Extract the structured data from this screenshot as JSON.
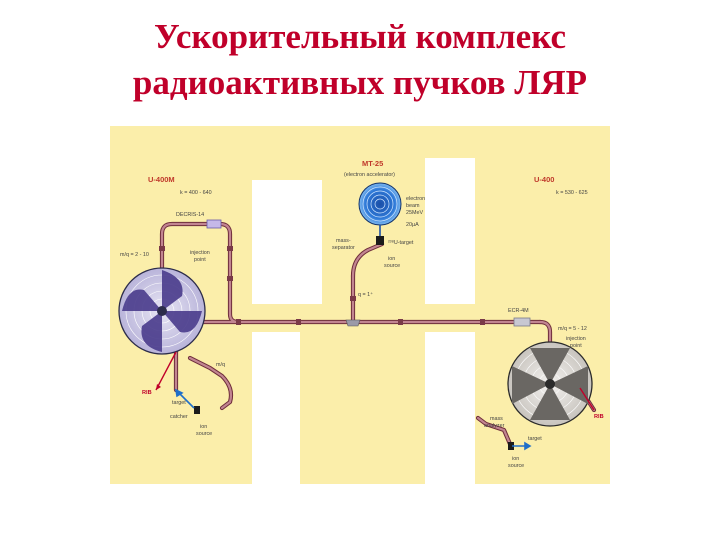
{
  "title": {
    "line1": "Ускорительный комплекс",
    "line2": "радиоактивных пучков ЛЯР"
  },
  "colors": {
    "title": "#c0002a",
    "background_panel": "#fbeeaa",
    "beamline": "#a85a6a",
    "beamline_edge": "#6e2d3a"
  },
  "diagram": {
    "u400m": {
      "name": "U-400M",
      "k_value": "k = 400 - 640",
      "source": "DECRIS-14",
      "mq_range": "m/q = 2 - 10",
      "injection": [
        "injection",
        "point"
      ],
      "mq_out": "m/q",
      "rib_label": "RIB",
      "target_catcher": [
        "target",
        "catcher"
      ],
      "ion_source": [
        "ion",
        "source"
      ]
    },
    "mt25": {
      "name": "MT-25",
      "subtitle": "(electron accelerator)",
      "electron_beam": [
        "electron",
        "beam",
        "25MeV",
        "20µA"
      ],
      "target": "²³⁸U-target",
      "mass_separator": [
        "mass-",
        "separator"
      ],
      "ion_source": [
        "ion",
        "source"
      ],
      "q_label": "q = 1⁺"
    },
    "u400": {
      "name": "U-400",
      "k_value": "k = 530 - 625",
      "source": "ECR-4M",
      "mq_range": "m/q = 5 - 12",
      "injection": [
        "injection",
        "point"
      ],
      "rib_label": "RIB",
      "mass_analyzer": [
        "mass",
        "analyzer"
      ],
      "target": "target",
      "ion_source": [
        "ion",
        "source"
      ]
    }
  }
}
